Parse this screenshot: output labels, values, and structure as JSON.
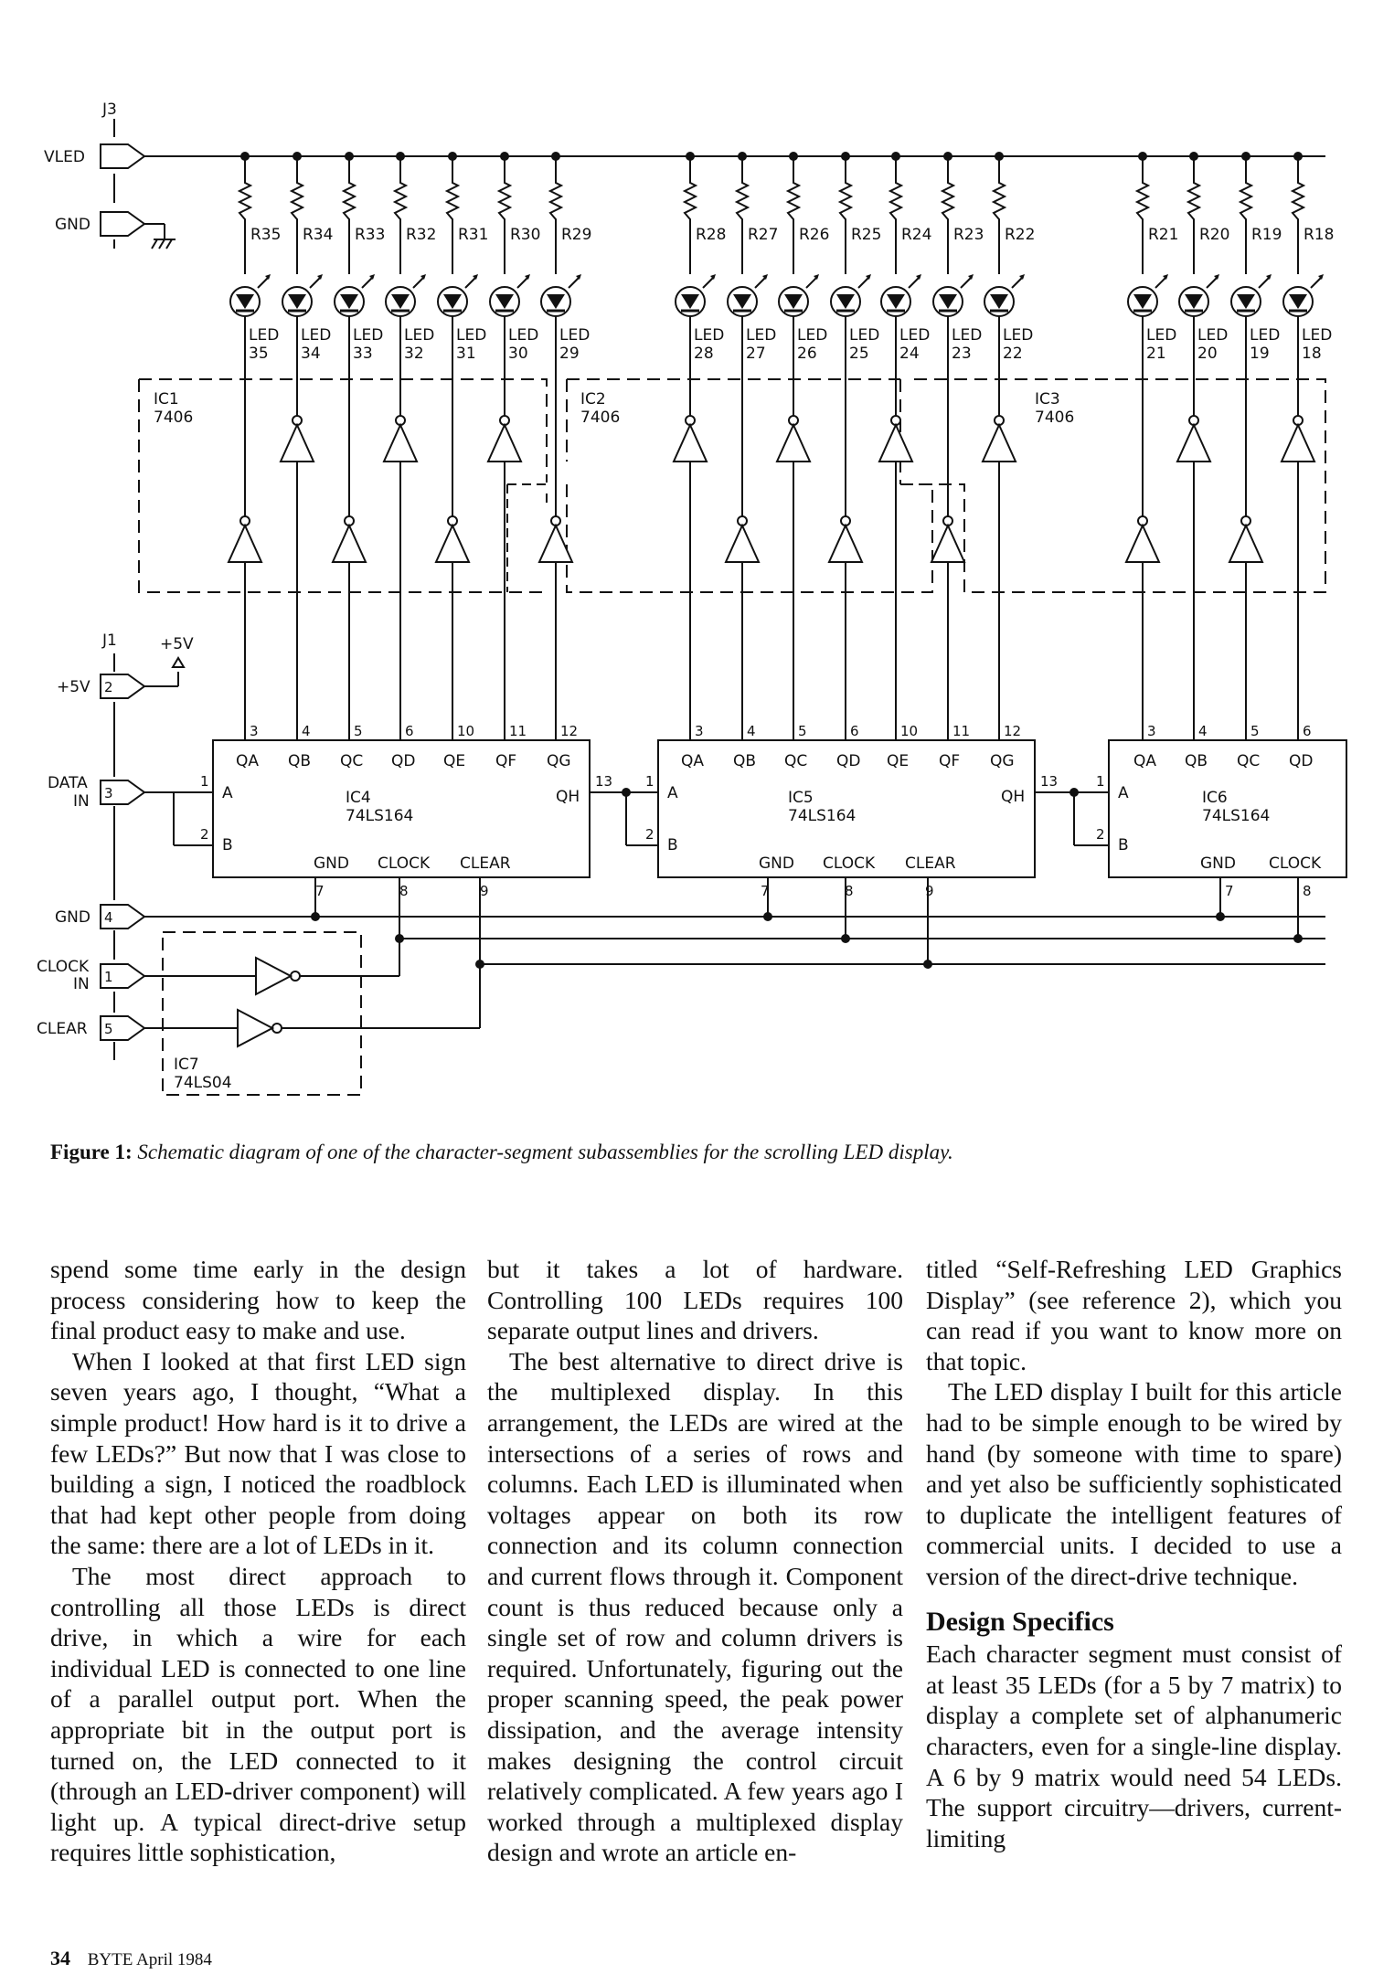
{
  "figure": {
    "label": "Figure 1:",
    "caption": "Schematic diagram of one of the character-segment subassemblies for the scrolling LED display.",
    "connectors": {
      "j3": "J3",
      "vled": "VLED",
      "gnd_top": "GND",
      "j1": "J1",
      "plus5v_top": "+5V",
      "plus5v": "+5V",
      "pin2": "2",
      "data": "DATA",
      "in1": "IN",
      "pin3": "3",
      "gnd": "GND",
      "pin4": "4",
      "clock": "CLOCK",
      "in2": "IN",
      "pin1": "1",
      "clear": "CLEAR",
      "pin5": "5"
    },
    "resistors": [
      "R35",
      "R34",
      "R33",
      "R32",
      "R31",
      "R30",
      "R29",
      "R28",
      "R27",
      "R26",
      "R25",
      "R24",
      "R23",
      "R22",
      "R21",
      "R20",
      "R19",
      "R18"
    ],
    "leds": [
      "35",
      "34",
      "33",
      "32",
      "31",
      "30",
      "29",
      "28",
      "27",
      "26",
      "25",
      "24",
      "23",
      "22",
      "21",
      "20",
      "19",
      "18"
    ],
    "led_word": "LED",
    "ic_labels": {
      "ic1": "IC1",
      "ic1_part": "7406",
      "ic2": "IC2",
      "ic2_part": "7406",
      "ic3": "IC3",
      "ic3_part": "7406",
      "ic4": "IC4",
      "ic4_part": "74LS164",
      "ic5": "IC5",
      "ic5_part": "74LS164",
      "ic6": "IC6",
      "ic6_part": "74LS164",
      "ic7": "IC7",
      "ic7_part": "74LS04"
    },
    "register_pins": {
      "outputs": [
        "QA",
        "QB",
        "QC",
        "QD",
        "QE",
        "QF",
        "QG"
      ],
      "qh": "QH",
      "a": "A",
      "b": "B",
      "gnd": "GND",
      "clock": "CLOCK",
      "clear": "CLEAR",
      "out_nums": [
        "3",
        "4",
        "5",
        "6",
        "10",
        "11",
        "12"
      ],
      "bottom_nums": [
        "7",
        "8",
        "9"
      ],
      "in_a": "1",
      "in_b": "2",
      "qh_num": "13"
    }
  },
  "article": {
    "col1": [
      "spend some time early in the design process considering how to keep the final product easy to make and use.",
      "When I looked at that first LED sign seven years ago, I thought, “What a simple product! How hard is it to drive a few LEDs?” But now that I was close to building a sign, I noticed the roadblock that had kept other people from doing the same: there are a lot of LEDs in it.",
      "The most direct approach to controlling all those LEDs is direct drive, in which a wire for each individual LED is connected to one line of a parallel output port. When the appropriate bit in the output port is turned on, the LED connected to it (through an LED-driver component) will light up. A typical direct-drive setup requires little sophistication,"
    ],
    "col2": [
      "but it takes a lot of hardware. Controlling 100 LEDs requires 100 separate output lines and drivers.",
      "The best alternative to direct drive is the multiplexed display. In this arrangement, the LEDs are wired at the intersections of a series of rows and columns. Each LED is illuminated when voltages appear on both its row connection and its column connection and current flows through it. Component count is thus reduced because only a single set of row and column drivers is required. Unfortunately, figuring out the proper scanning speed, the peak power dissipation, and the average intensity makes designing the control circuit relatively complicated. A few years ago I worked through a multiplexed display design and wrote an article en-"
    ],
    "col3": [
      "titled “Self-Refreshing LED Graphics Display” (see reference 2), which you can read if you want to know more on that topic.",
      "The LED display I built for this article had to be simple enough to be wired by hand (by someone with time to spare) and yet also be sufficiently sophisticated to duplicate the intelligent features of commercial units. I decided to use a version of the direct-drive technique."
    ],
    "heading": "Design Specifics",
    "col3b": [
      "Each character segment must consist of at least 35 LEDs (for a 5 by 7 matrix) to display a complete set of alphanumeric characters, even for a single-line display. A 6 by 9 matrix would need 54 LEDs. The support circuitry—drivers, current-limiting"
    ]
  },
  "footer": {
    "page": "34",
    "issue": "BYTE April 1984"
  }
}
